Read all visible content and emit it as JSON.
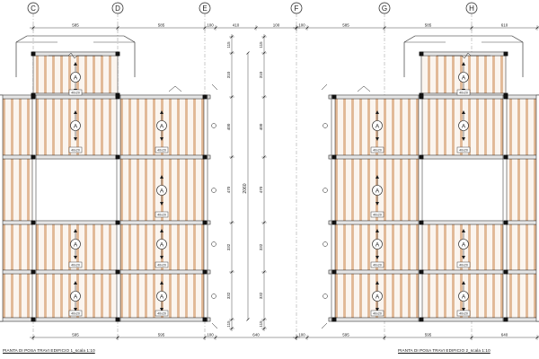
{
  "grid_axes": [
    "C",
    "D",
    "E",
    "F",
    "G",
    "H"
  ],
  "top_dimensions": {
    "left": [
      "585",
      "585",
      "100",
      "410",
      "100"
    ],
    "right": [
      "100",
      "585",
      "585",
      "610"
    ]
  },
  "bottom_dimensions": {
    "left": [
      "595",
      "595",
      "100",
      "640"
    ],
    "right": [
      "100",
      "595",
      "595",
      "640"
    ]
  },
  "vertical_dimensions": {
    "outer": [
      "115",
      "310",
      "400",
      "470",
      "332",
      "332",
      "115"
    ],
    "total": "2060"
  },
  "beam_labels": [
    "A",
    "A",
    "A",
    "A",
    "A",
    "A"
  ],
  "section_label": "40x20",
  "captions": {
    "building_1": "PIANTA DI POSA TRAVI EDIFICIO 1_scala 1:10",
    "building_2": "PIANTA DI POSA TRAVI EDIFICIO 2_scala 1:10"
  },
  "colors": {
    "line": "#1a1a1a",
    "joist": "#c9895a",
    "joist_light": "#e2b894",
    "column": "#111111"
  }
}
